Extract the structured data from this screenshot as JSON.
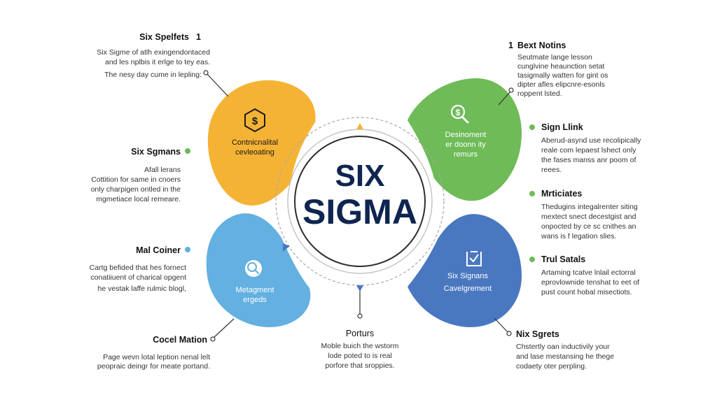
{
  "colors": {
    "yellow": "#f5b335",
    "green": "#6ebb57",
    "light_blue": "#63b0e1",
    "dark_blue": "#4a78c0",
    "title": "#0f2550"
  },
  "center": {
    "line1": "SIX",
    "line2": "SIGMA"
  },
  "petals": {
    "yellow": {
      "icon": "dollar-hexagon-icon",
      "line1": "Contnicnalital",
      "line2": "cevleoating"
    },
    "green": {
      "icon": "dollar-magnifier-icon",
      "line1": "Desinoment",
      "line2": "er doonn ity",
      "line3": "remurs"
    },
    "light_blue": {
      "icon": "magnifier-icon",
      "line1": "Metagment",
      "line2": "ergeds"
    },
    "dark_blue": {
      "icon": "checklist-icon",
      "line1": "Six Signans",
      "line2": "Cavelgrement"
    }
  },
  "left": {
    "block1": {
      "title": "Six Spelfets",
      "number": "1",
      "lines": [
        "Six Sigme of atlh exingendontaced",
        "and les nplbis it erlge to tey eas.",
        "The nesy day cume in lepling:"
      ]
    },
    "block2": {
      "title": "Six Sgmans",
      "lines": [
        "Afall lerans",
        "Cottition for same in cnoers",
        "only charpigen ontled in the",
        "mgmetiace local remeare."
      ]
    },
    "block3": {
      "title": "Mal Coiner",
      "lines": [
        "Cartg befided that hes fornect",
        "conatiiuent of charical opgent",
        "he vestak laffe rulmic blogl,"
      ]
    },
    "block4": {
      "title": "Cocel Mation",
      "lines": [
        "Page wevn lotal leption nenal lelt",
        "peopraic deingr for meate portand."
      ]
    }
  },
  "right": {
    "block1": {
      "number": "1",
      "title": "Bext Notins",
      "lines": [
        "Seutmate lange lesson",
        "cunglvine heaunction setat",
        "tasigmally watten for gint os",
        "dipter afles elipcnre-esonls",
        "roppent lsted."
      ]
    },
    "block2": {
      "title": "Sign Llink",
      "lines": [
        "Aberud-asynd use recolipically",
        "reale com lepaest lshect only",
        "the fases manss anr poom of",
        "reees."
      ]
    },
    "block3": {
      "title": "Mrticiates",
      "lines": [
        "Thedugins integalrenter siting",
        "mextect snect decestgist and",
        "onpocted by ce sc cnithes an",
        "wans is f legation slies."
      ]
    },
    "block4": {
      "title": "Trul Satals",
      "lines": [
        "Artaming tcatve lnlail ectorral",
        "eprovlownide tenshat to eet of",
        "pust count hobal misectiots."
      ]
    },
    "block5": {
      "title": "Nix Sgrets",
      "lines": [
        "Chstertly oan inductivily your",
        "and lase mestansing he thege",
        "codaety oter perpling."
      ]
    }
  },
  "bottom": {
    "title": "Porturs",
    "lines": [
      "Moble buich the wstorm",
      "lode poted to is real",
      "porfore that sroppies."
    ]
  }
}
